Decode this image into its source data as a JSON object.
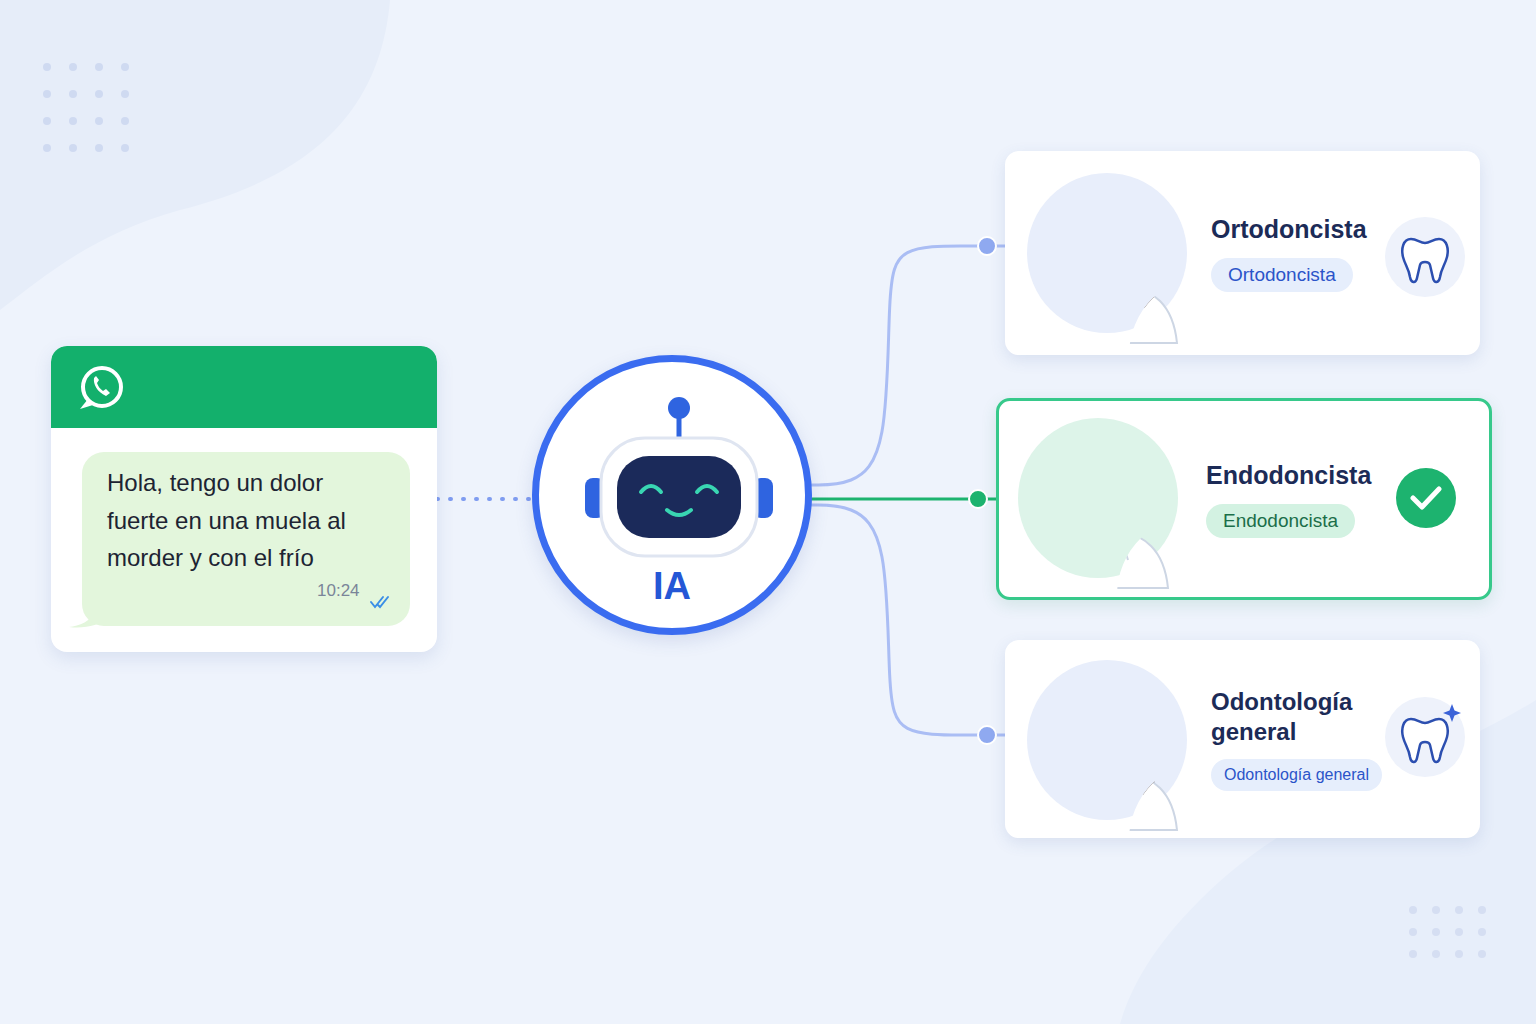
{
  "diagram": {
    "nodes": [
      {
        "text": [
          "Hola, tengo un dolor fuerte en una muela al morder y con el frío",
          "10:24"
        ]
      },
      {
        "text": [
          "IA"
        ]
      },
      {
        "text": [
          "Ortodoncista",
          "Ortodoncista"
        ]
      },
      {
        "text": [
          "Endodoncista",
          "Endodoncista"
        ]
      },
      {
        "text": [
          "Odontología general",
          "Odontología general"
        ]
      }
    ],
    "edges": [
      {
        "from": 0,
        "to": 1,
        "arrow": "none"
      },
      {
        "from": 1,
        "to": 2,
        "arrow": "none"
      },
      {
        "from": 1,
        "to": 3,
        "arrow": "none"
      },
      {
        "from": 1,
        "to": 4,
        "arrow": "none"
      }
    ]
  }
}
